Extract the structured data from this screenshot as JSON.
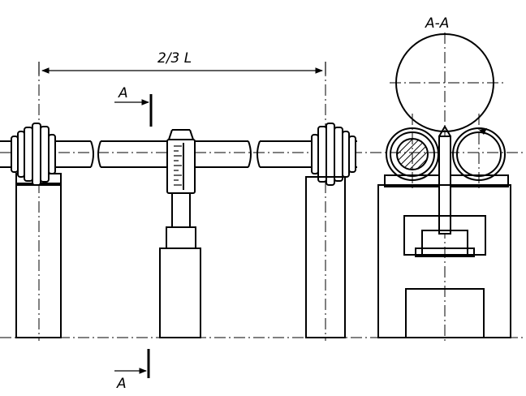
{
  "drawing": {
    "dimension_label": "2/3 L",
    "section_marker": "A",
    "section_title": "A-A"
  }
}
